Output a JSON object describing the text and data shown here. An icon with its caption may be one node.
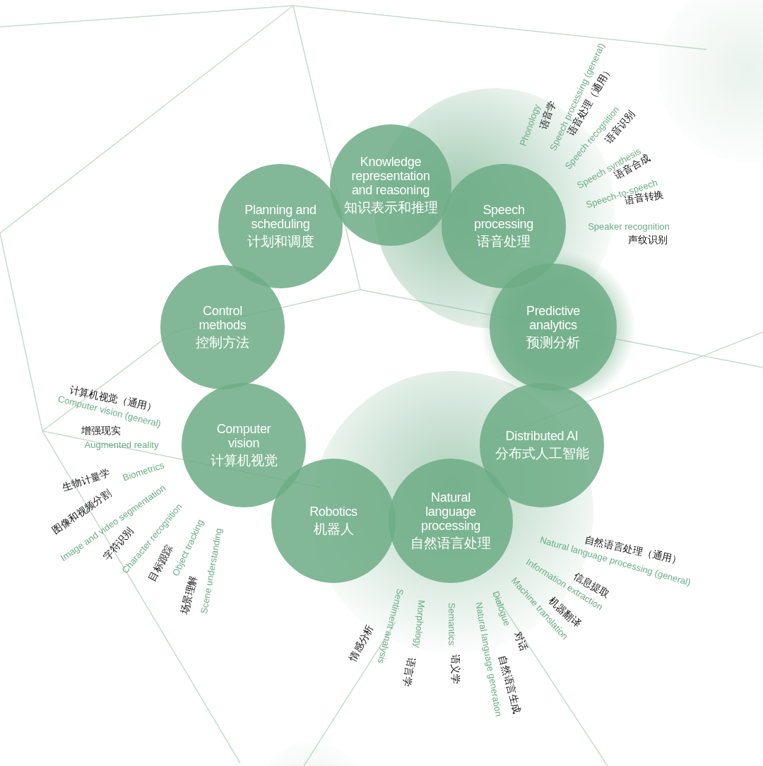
{
  "diagram": {
    "nodes": [
      {
        "text": [
          "Knowledge representation and reasoning",
          "知识表示和推理"
        ]
      },
      {
        "text": [
          "Planning and scheduling",
          "计划和调度"
        ]
      },
      {
        "text": [
          "Speech processing",
          "语音处理"
        ],
        "beside": [
          "Phonology",
          "语音学",
          "Speech processing (general)",
          "语音处理（通用）",
          "Speech recognition",
          "语音识别",
          "Speech synthesis",
          "语音合成",
          "Speech-to-speech",
          "语音转换",
          "Speaker recognition",
          "声纹识别"
        ]
      },
      {
        "text": [
          "Control methods",
          "控制方法"
        ]
      },
      {
        "text": [
          "Predictive analytics",
          "预测分析"
        ]
      },
      {
        "text": [
          "Computer vision",
          "计算机视觉"
        ],
        "beside": [
          "计算机视觉（通用）",
          "Computer vision (general)",
          "增强现实",
          "Augmented reality",
          "生物计量学",
          "Biometrics",
          "图像和视频分割",
          "Image and video segmentation",
          "字符识别",
          "Character recognition",
          "目标跟踪",
          "Object tracking",
          "场景理解",
          "Scene understanding"
        ]
      },
      {
        "text": [
          "Distributed AI",
          "分布式人工智能"
        ]
      },
      {
        "text": [
          "Robotics",
          "机器人"
        ]
      },
      {
        "text": [
          "Natural language processing",
          "自然语言处理"
        ],
        "beside": [
          "自然语言处理（通用）",
          "Natural language processing (general)",
          "信息提取",
          "Information extraction",
          "机器翻译",
          "Machine translation",
          "Dialogue",
          "对话",
          "Natural language generation",
          "自然语言生成",
          "Semantics",
          "语义学",
          "Morphology",
          "语言学",
          "Sentiment analysis",
          "情感分析"
        ]
      }
    ]
  }
}
